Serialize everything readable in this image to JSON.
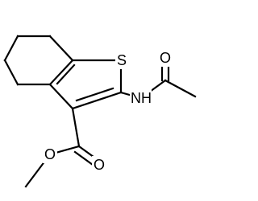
{
  "atoms": {
    "sulfur": "S",
    "amide_nitrogen": "NH",
    "amide_carbonyl_oxygen": "O",
    "ester_carbonyl_oxygen": "O",
    "ester_ether_oxygen": "O"
  }
}
